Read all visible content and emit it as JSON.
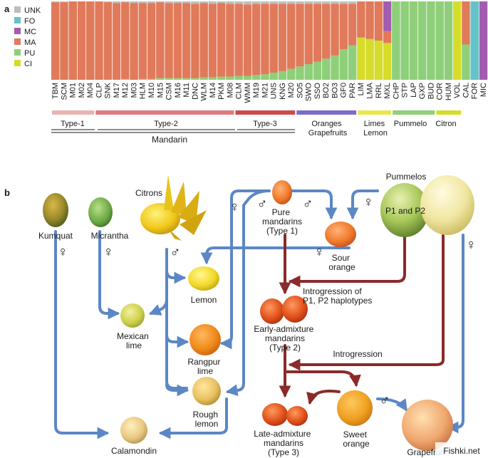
{
  "panel_a": {
    "label": "a",
    "legend": [
      {
        "code": "UNK",
        "color": "#bdbdbd"
      },
      {
        "code": "FO",
        "color": "#62c3c8"
      },
      {
        "code": "MC",
        "color": "#a35db0"
      },
      {
        "code": "MA",
        "color": "#e07a5a"
      },
      {
        "code": "PU",
        "color": "#8fcf7a"
      },
      {
        "code": "CI",
        "color": "#d6dc2a"
      }
    ],
    "accessions": [
      "TBM",
      "SCM",
      "M01",
      "M02",
      "M04",
      "CLP",
      "SNK",
      "M17",
      "M12",
      "M03",
      "HLM",
      "M10",
      "M15",
      "CSM",
      "M16",
      "M11",
      "DNC",
      "WLM",
      "M14",
      "PKM",
      "M08",
      "CLM",
      "WMM",
      "M19",
      "M21",
      "UNS",
      "KNG",
      "M20",
      "SO5",
      "SWO",
      "SSO",
      "BO2",
      "BO3",
      "GF0",
      "PAR",
      "LIM",
      "LMA",
      "RRL",
      "MXL",
      "CHP",
      "STP",
      "LAP",
      "GXP",
      "BUD",
      "COR",
      "HUM",
      "VOL",
      "CAL",
      "FOR",
      "MIC"
    ],
    "ancestry": {
      "MA": [
        0.99,
        0.99,
        1,
        1,
        1,
        1,
        0.99,
        0.98,
        0.98,
        0.98,
        0.97,
        0.97,
        0.97,
        0.96,
        0.96,
        0.96,
        0.95,
        0.95,
        0.94,
        0.94,
        0.93,
        0.92,
        0.91,
        0.91,
        0.9,
        0.88,
        0.86,
        0.83,
        0.8,
        0.77,
        0.74,
        0.7,
        0.66,
        0.58,
        0.53,
        0.46,
        0.48,
        0.5,
        0.15,
        0,
        0,
        0,
        0,
        0,
        0,
        0,
        0,
        0.55,
        0,
        0
      ],
      "CI": [
        0,
        0,
        0,
        0,
        0,
        0,
        0,
        0,
        0,
        0,
        0,
        0,
        0,
        0,
        0,
        0,
        0,
        0,
        0,
        0,
        0,
        0,
        0,
        0,
        0,
        0,
        0,
        0,
        0,
        0,
        0,
        0,
        0,
        0,
        0,
        0.54,
        0.52,
        0.5,
        0.47,
        0,
        0,
        0,
        0,
        0,
        0,
        0,
        1,
        0,
        0,
        0
      ],
      "MC": [
        0,
        0,
        0,
        0,
        0,
        0,
        0,
        0,
        0,
        0,
        0,
        0,
        0,
        0,
        0,
        0,
        0,
        0,
        0,
        0,
        0,
        0,
        0,
        0,
        0,
        0,
        0,
        0,
        0,
        0,
        0,
        0,
        0,
        0,
        0,
        0,
        0,
        0,
        0.38,
        0,
        0,
        0,
        0,
        0,
        0,
        0,
        0,
        0,
        0,
        1
      ],
      "FO": [
        0,
        0,
        0,
        0,
        0,
        0,
        0,
        0,
        0,
        0,
        0,
        0,
        0,
        0,
        0,
        0,
        0,
        0,
        0,
        0,
        0,
        0,
        0,
        0,
        0,
        0,
        0,
        0,
        0,
        0,
        0,
        0,
        0,
        0,
        0,
        0,
        0,
        0,
        0,
        0,
        0,
        0,
        0,
        0,
        0,
        0,
        0,
        0,
        1,
        0
      ],
      "UNK": [
        0.01,
        0.01,
        0,
        0,
        0,
        0,
        0.01,
        0.02,
        0.01,
        0.02,
        0.02,
        0.02,
        0.01,
        0.02,
        0.02,
        0.02,
        0.03,
        0.02,
        0.03,
        0.02,
        0.03,
        0.03,
        0.04,
        0.03,
        0.03,
        0.03,
        0.03,
        0.03,
        0.03,
        0.03,
        0.03,
        0.03,
        0.03,
        0.03,
        0.03,
        0,
        0,
        0,
        0,
        0,
        0,
        0,
        0,
        0,
        0,
        0,
        0,
        0,
        0,
        0
      ]
    },
    "groups": [
      {
        "name": "Type-1",
        "color": "#e8b4b0",
        "start": 0,
        "end": 4
      },
      {
        "name": "Type-2",
        "color": "#e07a80",
        "start": 5,
        "end": 20
      },
      {
        "name": "Type-3",
        "color": "#cc4a4a",
        "start": 21,
        "end": 27
      },
      {
        "name": "Oranges\nGrapefruits",
        "color": "#7a6cc8",
        "start": 28,
        "end": 34
      },
      {
        "name": "Limes\nLemon",
        "color": "#e8e84a",
        "start": 35,
        "end": 38
      },
      {
        "name": "Pummelo",
        "color": "#8fcf7a",
        "start": 39,
        "end": 43
      },
      {
        "name": "Citron",
        "color": "#d6dc2a",
        "start": 44,
        "end": 46
      }
    ],
    "supergroup": "Mandarin"
  },
  "panel_b": {
    "label": "b",
    "nodes": {
      "kumquat": "Kumquat",
      "micrantha": "Micrantha",
      "citrons": "Citrons",
      "pure_mandarins": "Pure\nmandarins\n(Type 1)",
      "pummelos": "Pummelos",
      "p1p2": "P1 and P2",
      "sour_orange": "Sour\norange",
      "lemon": "Lemon",
      "mexican_lime": "Mexican\nlime",
      "rangpur_lime": "Rangpur\nlime",
      "rough_lemon": "Rough\nlemon",
      "calamondin": "Calamondin",
      "early_admixture": "Early-admixture\nmandarins\n(Type 2)",
      "late_admixture": "Late-admixture\nmandarins\n(Type 3)",
      "sweet_orange": "Sweet\norange",
      "grapefruit": "Grapefruit"
    },
    "annotations": {
      "introgression_p1p2": "Introgression of\nP1, P2 haplotypes",
      "introgression": "Introgression"
    },
    "symbols": {
      "female": "♀",
      "male": "♂"
    },
    "colors": {
      "blue_arrow": "#5b87c5",
      "red_arrow": "#8b2a2a"
    }
  },
  "watermark": "Fishki.net"
}
